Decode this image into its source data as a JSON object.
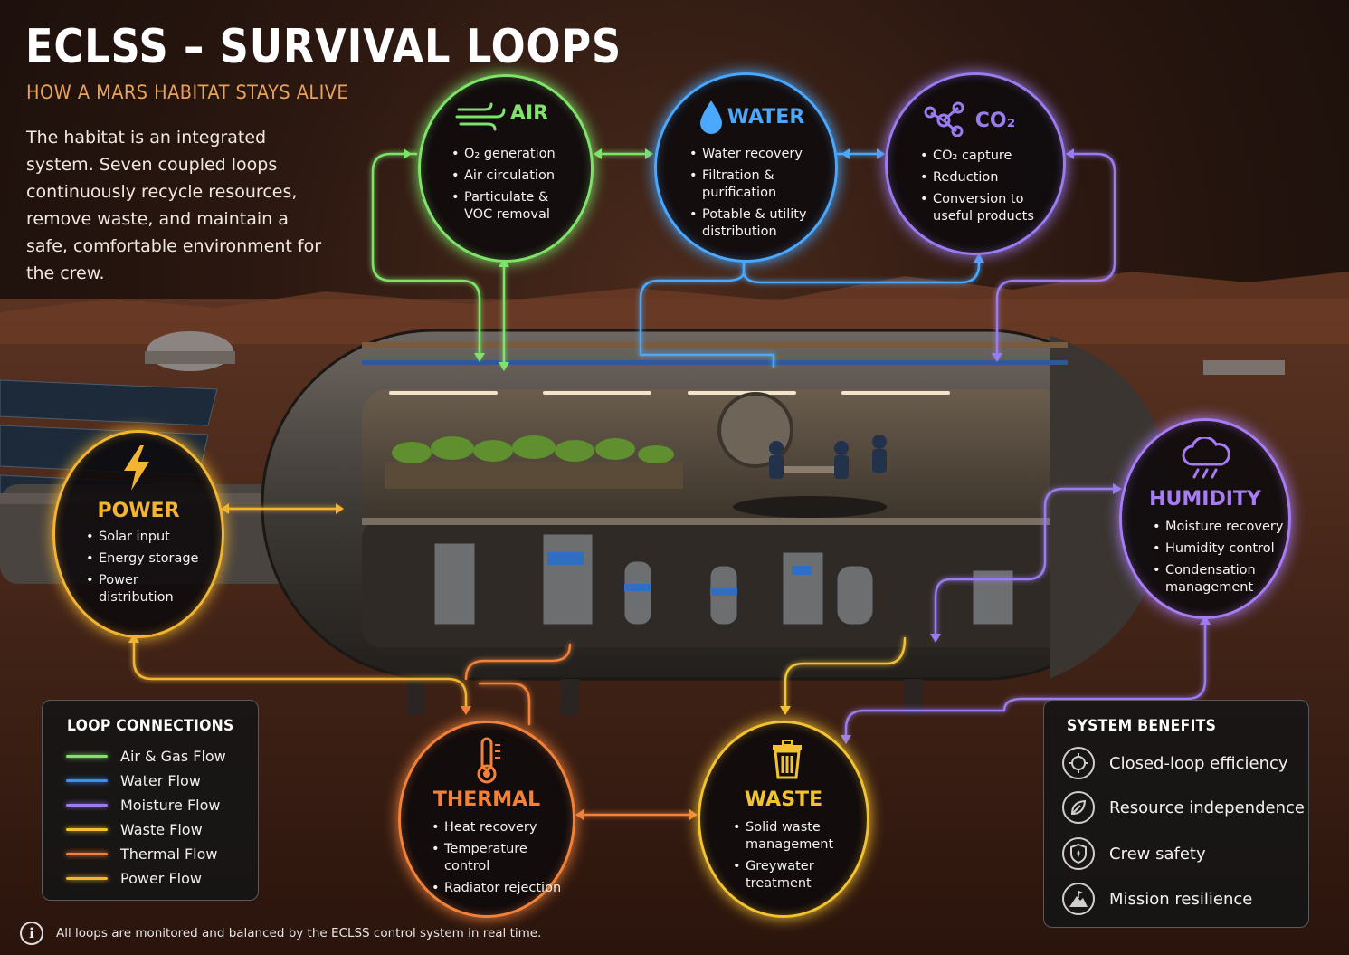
{
  "header": {
    "title": "ECLSS – SURVIVAL LOOPS",
    "subtitle": "HOW A MARS HABITAT STAYS ALIVE",
    "intro": "The habitat is an integrated system. Seven coupled loops continuously recycle resources, remove waste, and maintain a safe, comfortable environment for the crew."
  },
  "nodes": {
    "air": {
      "title": "AIR",
      "items": [
        "O₂ generation",
        "Air circulation",
        "Particulate & VOC removal"
      ],
      "color": "#7fe36a",
      "icon": "wind-icon"
    },
    "water": {
      "title": "WATER",
      "items": [
        "Water recovery",
        "Filtration & purification",
        "Potable & utility distribution"
      ],
      "color": "#4aa8ff",
      "icon": "water-drop-icon"
    },
    "co2": {
      "title": "CO₂",
      "items": [
        "CO₂ capture",
        "Reduction",
        "Conversion to useful products"
      ],
      "color": "#9a7cf0",
      "icon": "molecule-icon"
    },
    "power": {
      "title": "POWER",
      "items": [
        "Solar input",
        "Energy storage",
        "Power distribution"
      ],
      "color": "#f2b431",
      "icon": "lightning-icon"
    },
    "humidity": {
      "title": "HUMIDITY",
      "items": [
        "Moisture recovery",
        "Humidity control",
        "Condensation management"
      ],
      "color": "#a77cf5",
      "icon": "rain-cloud-icon"
    },
    "thermal": {
      "title": "THERMAL",
      "items": [
        "Heat recovery",
        "Temperature control",
        "Radiator rejection"
      ],
      "color": "#f2823a",
      "icon": "thermometer-icon"
    },
    "waste": {
      "title": "WASTE",
      "items": [
        "Solid waste management",
        "Greywater treatment"
      ],
      "color": "#f2c232",
      "icon": "trash-can-icon"
    }
  },
  "legend": {
    "title": "LOOP CONNECTIONS",
    "items": [
      {
        "label": "Air & Gas Flow",
        "color": "#7fe36a"
      },
      {
        "label": "Water Flow",
        "color": "#3f8cff"
      },
      {
        "label": "Moisture Flow",
        "color": "#9a7cf0"
      },
      {
        "label": "Waste Flow",
        "color": "#f2c232"
      },
      {
        "label": "Thermal Flow",
        "color": "#f2823a"
      },
      {
        "label": "Power Flow",
        "color": "#f2b431"
      }
    ]
  },
  "benefits": {
    "title": "SYSTEM BENEFITS",
    "items": [
      {
        "label": "Closed-loop efficiency",
        "icon": "closed-loop-icon"
      },
      {
        "label": "Resource independence",
        "icon": "leaf-icon"
      },
      {
        "label": "Crew safety",
        "icon": "shield-icon"
      },
      {
        "label": "Mission resilience",
        "icon": "mountain-flag-icon"
      }
    ]
  },
  "footer": {
    "icon": "info-icon",
    "text": "All loops are monitored and balanced by the ECLSS control system in real time."
  }
}
